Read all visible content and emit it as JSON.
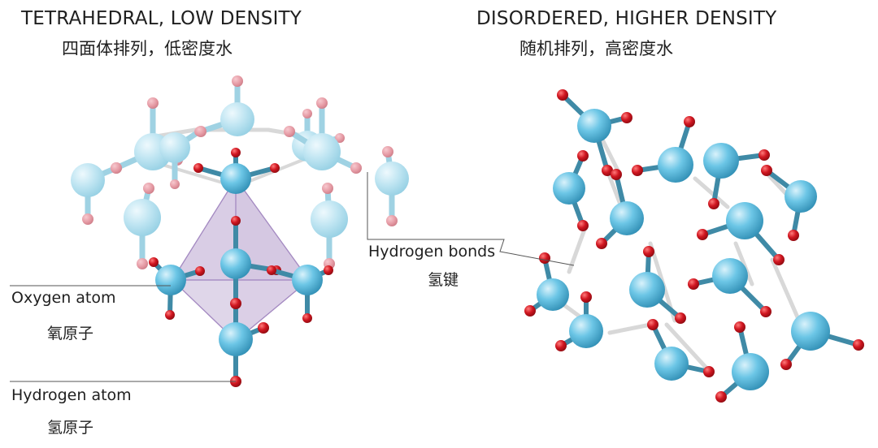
{
  "left_panel": {
    "title_en": "TETRAHEDRAL, LOW DENSITY",
    "title_zh": "四面体排列，低密度水"
  },
  "right_panel": {
    "title_en": "DISORDERED, HIGHER DENSITY",
    "title_zh": "随机排列，高密度水"
  },
  "labels": {
    "oxygen_en": "Oxygen atom",
    "oxygen_zh": "氧原子",
    "hydrogen_en": "Hydrogen atom",
    "hydrogen_zh": "氢原子",
    "bonds_en": "Hydrogen bonds",
    "bonds_zh": "氢键"
  },
  "colors": {
    "oxygen": "#5bbcdf",
    "oxygen_faded": "#b6e0ef",
    "hydrogen": "#c8101a",
    "hydrogen_faded": "#e39aa3",
    "bond": "#d8d8d8",
    "tetrahedron": "#b9a4cf"
  }
}
